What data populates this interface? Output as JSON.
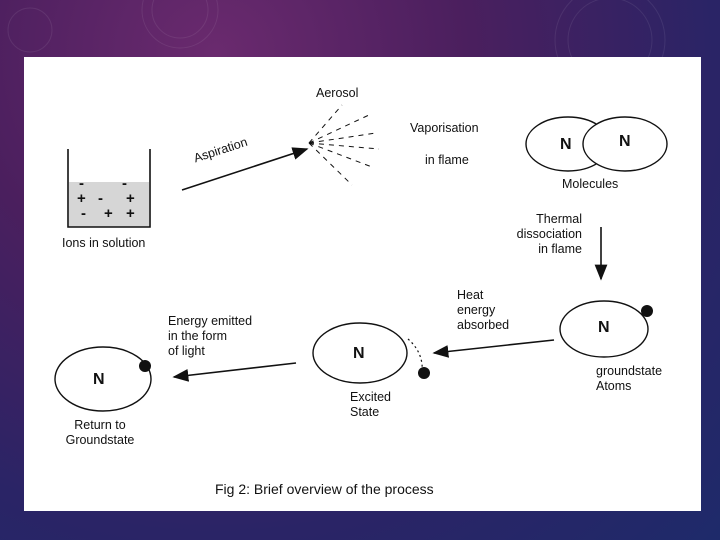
{
  "labels": {
    "aerosol": "Aerosol",
    "aspiration": "Aspiration",
    "vaporisation": "Vaporisation",
    "in_flame": "in flame",
    "molecules": "Molecules",
    "ions_in_solution": "Ions in solution",
    "thermal_dissociation": "Thermal\ndissociation\nin flame",
    "heat_energy": "Heat\nenergy\nabsorbed",
    "groundstate_atoms": "groundstate\nAtoms",
    "energy_emitted": "Energy  emitted\nin the form\nof light",
    "excited_state": "Excited\nState",
    "return_to": "Return to\nGroundstate"
  },
  "atom_symbol": "N",
  "ions": [
    "-",
    "-",
    "+",
    "-",
    "+",
    "-",
    "+",
    "+"
  ],
  "caption": "Fig 2: Brief overview of the process",
  "colors": {
    "panel": "#ffffff",
    "ink": "#111111"
  }
}
